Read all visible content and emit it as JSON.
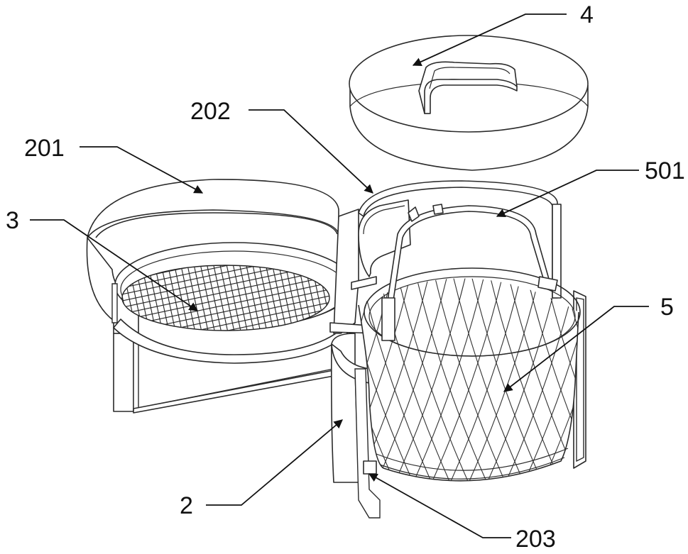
{
  "labels": {
    "l4": "4",
    "l202": "202",
    "l201": "201",
    "l501": "501",
    "l3": "3",
    "l5": "5",
    "l2": "2",
    "l203": "203"
  }
}
